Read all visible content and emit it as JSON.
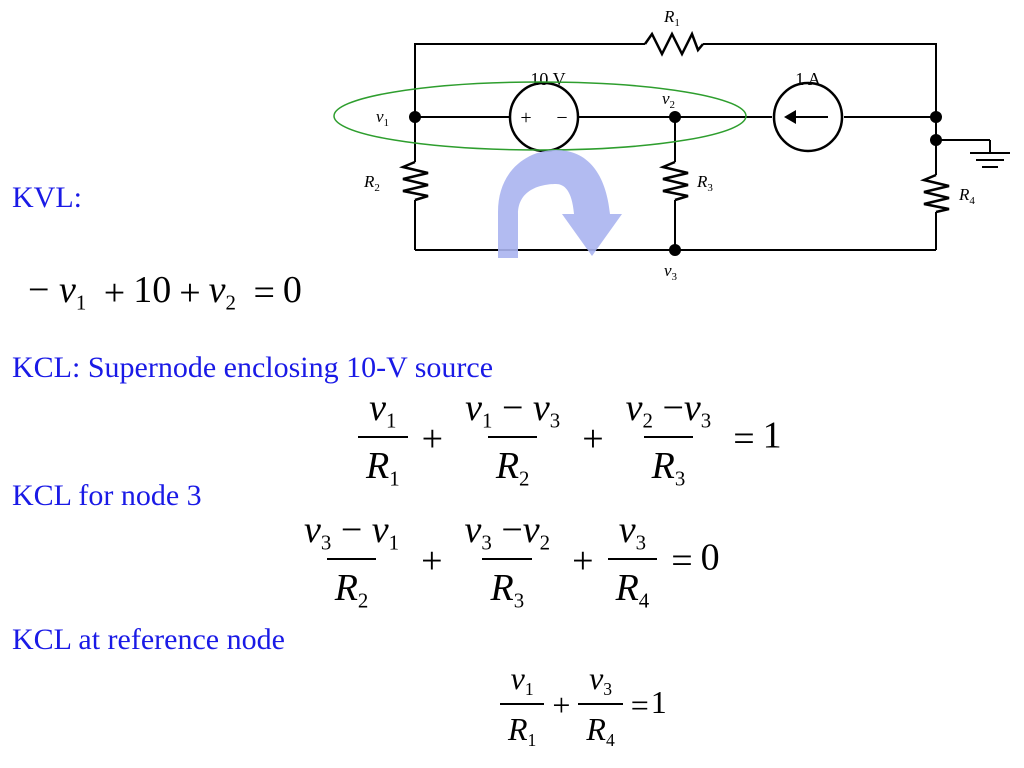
{
  "circuit": {
    "r1": "R1",
    "r2": "R2",
    "r3": "R3",
    "r4": "R4",
    "vsrc_value": "10 V",
    "vsrc_plus": "+",
    "vsrc_minus": "−",
    "isrc_value": "1 A",
    "v1": "v1",
    "v2": "v2",
    "v3": "v3"
  },
  "sections": {
    "kvl_label": "KVL:",
    "supernode_label": "KCL: Supernode enclosing 10-V source",
    "node3_label": "KCL for node 3",
    "reference_label": "KCL at reference node"
  },
  "equations": {
    "kvl": {
      "minus": "−",
      "v1": "v",
      "s1": "1",
      "plus1": "+",
      "ten": "10",
      "plus2": "+",
      "v2": "v",
      "s2": "2",
      "eq": "=",
      "rhs": "0"
    },
    "supernode": {
      "t1_num_v": "v",
      "t1_num_s": "1",
      "t1_den_r": "R",
      "t1_den_s": "1",
      "plus1": "+",
      "t2_num_a": "v",
      "t2_num_as": "1",
      "t2_num_op": "−",
      "t2_num_b": "v",
      "t2_num_bs": "3",
      "t2_den_r": "R",
      "t2_den_s": "2",
      "plus2": "+",
      "t3_num_a": "v",
      "t3_num_as": "2",
      "t3_num_op": "−",
      "t3_num_b": "v",
      "t3_num_bs": "3",
      "t3_den_r": "R",
      "t3_den_s": "3",
      "eq": "=",
      "rhs": "1"
    },
    "node3": {
      "t1_num_a": "v",
      "t1_num_as": "3",
      "t1_num_op": "−",
      "t1_num_b": "v",
      "t1_num_bs": "1",
      "t1_den_r": "R",
      "t1_den_s": "2",
      "plus1": "+",
      "t2_num_a": "v",
      "t2_num_as": "3",
      "t2_num_op": "−",
      "t2_num_b": "v",
      "t2_num_bs": "2",
      "t2_den_r": "R",
      "t2_den_s": "3",
      "plus2": "+",
      "t3_num_v": "v",
      "t3_num_s": "3",
      "t3_den_r": "R",
      "t3_den_s": "4",
      "eq": "=",
      "rhs": "0"
    },
    "reference": {
      "t1_num_v": "v",
      "t1_num_s": "1",
      "t1_den_r": "R",
      "t1_den_s": "1",
      "plus1": "+",
      "t2_num_v": "v",
      "t2_num_s": "3",
      "t2_den_r": "R",
      "t2_den_s": "4",
      "eq": "=",
      "rhs": "1"
    }
  },
  "colors": {
    "heading": "#1a1ae6",
    "supernode_ellipse": "#2e9e2e",
    "loop_arrow": "#aab4f0",
    "wire": "#000000"
  }
}
